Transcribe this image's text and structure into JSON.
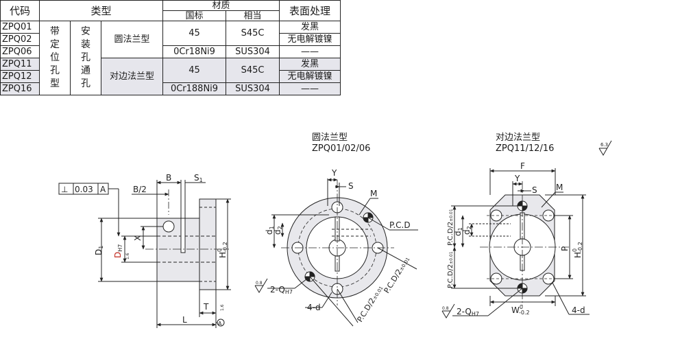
{
  "table": {
    "headers": {
      "code": "代码",
      "type": "类型",
      "material": "材质",
      "gb": "国标",
      "equivalent": "相当",
      "surface": "表面处理"
    },
    "codes": [
      "ZPQ01",
      "ZPQ02",
      "ZPQ06",
      "ZPQ11",
      "ZPQ12",
      "ZPQ16"
    ],
    "type_col1": "带\n定\n位\n孔\n型",
    "type_col2": "安\n装\n孔\n通\n孔",
    "flange_round": "圆法兰型",
    "flange_opposite": "对边法兰型",
    "mat_45": "45",
    "mat_s45c": "S45C",
    "mat_0cr18ni9": "0Cr18Ni9",
    "mat_0cr188ni9": "0Cr188Ni9",
    "mat_sus304": "SUS304",
    "surf_black": "发黑",
    "surf_nickel": "无电解镀镍",
    "surf_none": "——"
  },
  "captions": {
    "round_title": "圆法兰型",
    "round_codes": "ZPQ01/02/06",
    "opposite_title": "对边法兰型",
    "opposite_codes": "ZPQ11/12/16"
  },
  "side_view": {
    "tol_symbol": "⊥",
    "tol_value": "0.03",
    "tol_datum": "A",
    "b_half": "B/2",
    "b": "B",
    "s1": "S",
    "s1_sub": "1",
    "d1": "D",
    "d1_sub": "1",
    "d_h7": "D",
    "d_h7_sub": "H7",
    "x": "X",
    "h": "H",
    "h_tol_top": "0",
    "h_tol_bot": "-0.2",
    "t": "T",
    "l": "L",
    "datum_a": "A",
    "rough_16": "1.6"
  },
  "round_view": {
    "y": "Y",
    "s": "S",
    "m": "M",
    "pcd": "P.C.D",
    "d1": "d",
    "d1_sub": "1",
    "d2": "d",
    "d2_sub": "2",
    "q": "2-Q",
    "q_sub": "H7",
    "rough_08": "0.8",
    "four_d": "4-d",
    "pcd_half": "P.C.D/2",
    "pcd_tol": "±0.01"
  },
  "opposite_view": {
    "f": "F",
    "y": "Y",
    "s": "S",
    "m": "M",
    "d1": "d",
    "d1_sub": "1",
    "d2": "d",
    "d2_sub": "2",
    "pcd_half": "P.C.D/2",
    "pcd_tol": "±0.01",
    "p": "P",
    "h": "H",
    "h_tol_top": "0",
    "h_tol_bot": "-0.2",
    "q": "2-Q",
    "q_sub": "H7",
    "rough_08": "0.8",
    "w": "W",
    "w_tol_top": "0",
    "w_tol_bot": "-0.2",
    "four_d": "4-d",
    "rough_63": "6.3"
  }
}
